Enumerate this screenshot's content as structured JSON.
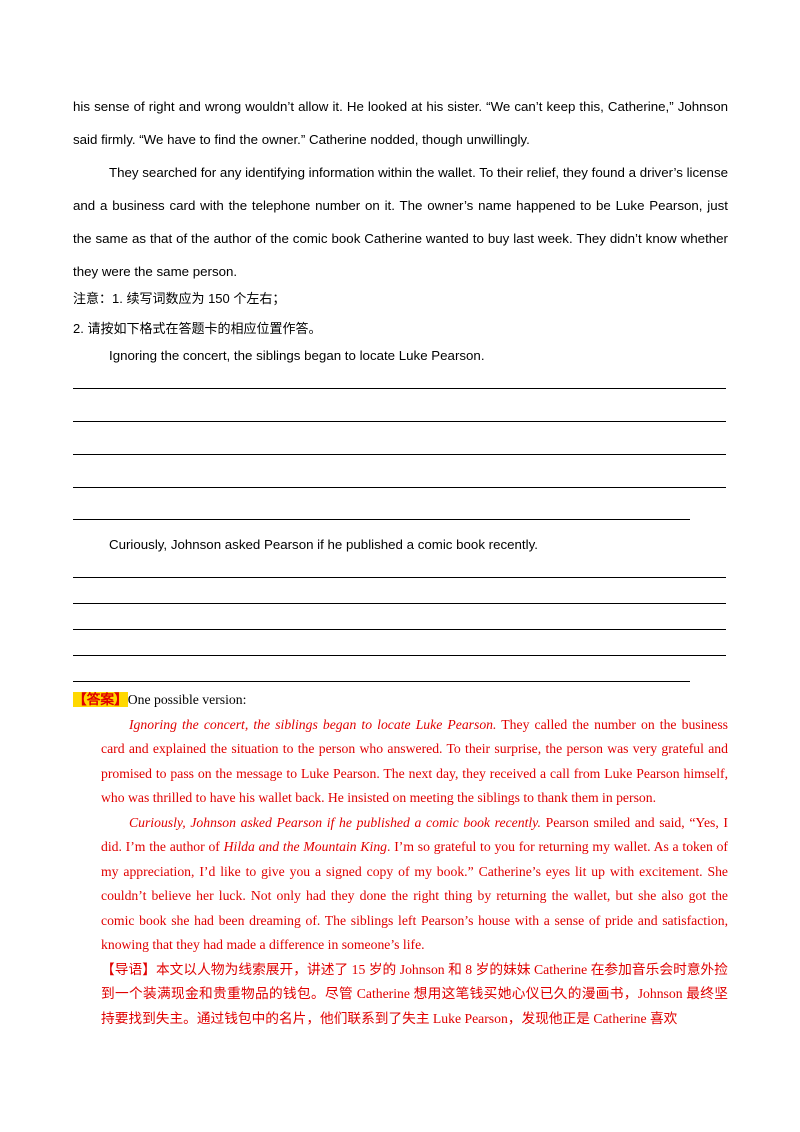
{
  "story": {
    "p1": "his sense of right and wrong wouldn’t allow it. He looked at his sister. “We can’t keep this, Catherine,” Johnson said firmly. “We have to find the owner.” Catherine nodded, though unwillingly.",
    "p2": "They searched for any identifying information within the wallet. To their relief, they found a driver’s license and a business card with the telephone number on it. The owner’s name happened to be Luke Pearson, just the same as that of the author of the comic book Catherine wanted to buy last week. They didn’t know whether they were the same person."
  },
  "notes": {
    "note1": "注意：1.  续写词数应为 150 个左右；",
    "note2": "2.  请按如下格式在答题卡的相应位置作答。"
  },
  "leads": {
    "lead1": "Ignoring the concert, the siblings began to locate Luke Pearson.",
    "lead2": "Curiously, Johnson asked Pearson if he published a comic book recently."
  },
  "answer": {
    "tag": "【答案】",
    "intro": "One possible version:",
    "para1_lead": "Ignoring the concert, the siblings began to locate Luke Pearson.",
    "para1_body": "  They called the number on the business card and explained the situation to the person who answered. To their surprise, the person was very grateful and promised to pass on the message to Luke Pearson. The next day, they received a call from Luke Pearson himself, who was thrilled to have his wallet back. He insisted on meeting the siblings to thank them in person.",
    "para2_lead": "Curiously, Johnson asked Pearson if he published a comic book recently.",
    "para2_body_a": "  Pearson smiled and said, “Yes, I did. I’m the author of ",
    "para2_title": "Hilda and the Mountain King",
    "para2_body_b": ". I’m so grateful to you for returning my wallet. As a token of my appreciation, I’d like to give you a signed copy of my book.” Catherine’s eyes lit up with excitement. She couldn’t believe her luck. Not only had they done the right thing by returning the wallet, but she also got the comic book she had been dreaming of. The siblings left Pearson’s house with a sense of pride and satisfaction, knowing that they had made a difference in someone’s life.",
    "guide_tag": "【导语】",
    "guide_text": "本文以人物为线索展开，讲述了 15 岁的 Johnson 和 8 岁的妹妹 Catherine 在参加音乐会时意外捡到一个装满现金和贵重物品的钱包。尽管 Catherine 想用这笔钱买她心仪已久的漫画书，Johnson 最终坚持要找到失主。通过钱包中的名片，他们联系到了失主 Luke Pearson，发现他正是 Catherine 喜欢"
  }
}
